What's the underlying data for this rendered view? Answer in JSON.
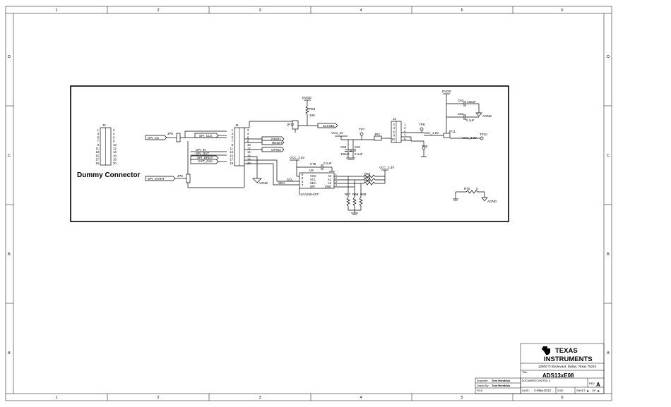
{
  "frame": {
    "columns": [
      "1",
      "2",
      "3",
      "4",
      "5",
      "6"
    ],
    "rows": [
      "D",
      "C",
      "B",
      "A"
    ]
  },
  "schematic": {
    "title_label": "Dummy Connector",
    "j2": {
      "ref": "J2",
      "left_pins": [
        "1",
        "3",
        "5",
        "7",
        "9",
        "11",
        "13",
        "15",
        "17",
        "19"
      ],
      "right_pins": [
        "2",
        "4",
        "6",
        "8",
        "10",
        "12",
        "14",
        "16",
        "18",
        "20"
      ]
    },
    "j1": {
      "ref": "J1",
      "left_pins": [
        "1",
        "3",
        "5",
        "7",
        "9",
        "11",
        "13",
        "15",
        "17",
        "19"
      ],
      "right_pins": [
        "2",
        "4",
        "6",
        "8",
        "10",
        "12",
        "14",
        "16",
        "18",
        "20"
      ]
    },
    "j3": {
      "ref": "J3",
      "left_pins": [
        "2",
        "4",
        "6",
        "8",
        "10"
      ],
      "right_pins": [
        "1",
        "3",
        "5",
        "7",
        "9"
      ]
    },
    "jp8": "JP8",
    "jp9": "JP9",
    "jp10": "JP10",
    "jp3": "JP3",
    "jp11": "JP11",
    "nets": {
      "spi_cs": "SPI_CS",
      "spi_clk": "SPI_CLK",
      "spi_in": "SPI_IN",
      "spi_out": "SPI_OUT",
      "spi_drdy": "SPI_DRDY",
      "ext_clk": "EXT_CLK",
      "spi_start": "SPI_START",
      "gpio1": "GPIO1",
      "reset": "RESET",
      "gpio2": "GPIO2",
      "clksel": "CLKSEL",
      "dvdd_a": "DVDD",
      "dvdd_b": "DVDD",
      "vcc_5v": "VCC_5v",
      "vcc_33_a": "VCC_3.3V",
      "vcc_33_b": "VCC_3.3V",
      "vcc_33_c": "VCC_3.3V",
      "vcc_18v": "VCC_1.8V",
      "scl": "SCL",
      "sda": "SDA",
      "agnd_a": "AGND",
      "agnd_b": "AGND",
      "agnd_c": "AGND"
    },
    "r63": {
      "ref": "R63",
      "val": "10K"
    },
    "c75": {
      "ref": "C75",
      "val": "0.1uF"
    },
    "c60": {
      "ref": "C60",
      "val": "100uF"
    },
    "c61": {
      "ref": "C61",
      "val": "0.1uF"
    },
    "c63": {
      "ref": "C63",
      "val": "100uF"
    },
    "c62": {
      "ref": "C62",
      "val": "0.1uF"
    },
    "u9": {
      "ref": "U9",
      "part": "24AA256-I/ST",
      "left_pins": [
        "VCC",
        "SCL",
        "SDA",
        "WP"
      ],
      "left_nums": [
        "8",
        "6",
        "5",
        "7"
      ],
      "right_pins": [
        "A0",
        "A1",
        "A2",
        "GND"
      ],
      "right_nums": [
        "1",
        "2",
        "3",
        "4"
      ]
    },
    "r64": "R64",
    "r65": "R65",
    "r66": "R66",
    "r67": "R67",
    "r68": "R68",
    "r69": "R69",
    "tp7": "TP7",
    "tp8": "TP8",
    "tp9": "TP9",
    "tp10": "TP10",
    "r70": {
      "ref": "R70",
      "val": "0"
    }
  },
  "title_block": {
    "company_line1": "TEXAS",
    "company_line2": "INSTRUMENTS",
    "address": "12500 TI Boulevard,  Dallas, Texas 75243",
    "title_label": "Title:",
    "title": "ADS13xE08",
    "engineer_label": "Engineer:",
    "engineer": "Tom Hendrick",
    "drawn_label": "Drawn By:",
    "drawn": "Tom Hendrick",
    "file_label": "FILE:",
    "doc_label": "DOCUMENTCONTROL #",
    "rev_label": "REV:",
    "rev": "A",
    "date_label": "DATE:",
    "date": "2-May-2012",
    "size_label": "SIZE:",
    "sheet_label": "SHEET:",
    "sheet": "5",
    "of_label": "OF:",
    "of": "5"
  }
}
